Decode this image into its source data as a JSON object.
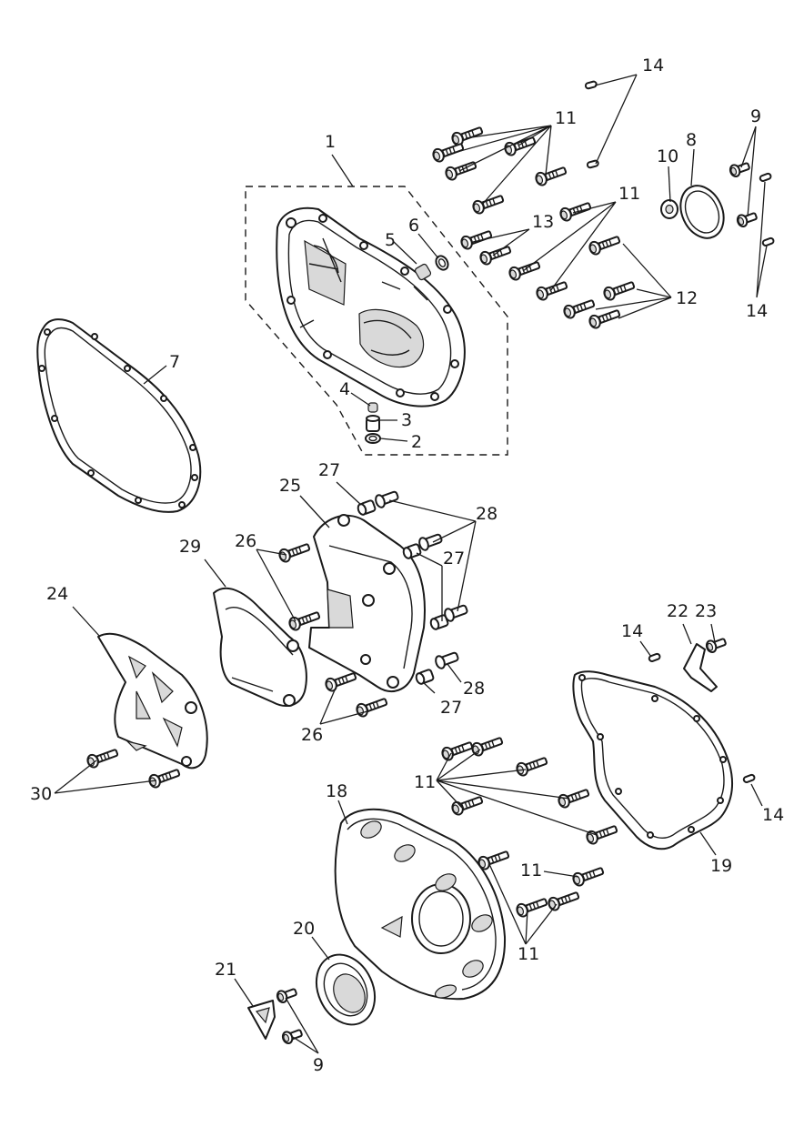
{
  "diagram": {
    "callouts": [
      {
        "id": "c1",
        "text": "1"
      },
      {
        "id": "c2",
        "text": "2"
      },
      {
        "id": "c3",
        "text": "3"
      },
      {
        "id": "c4",
        "text": "4"
      },
      {
        "id": "c5",
        "text": "5"
      },
      {
        "id": "c6",
        "text": "6"
      },
      {
        "id": "c7",
        "text": "7"
      },
      {
        "id": "c8",
        "text": "8"
      },
      {
        "id": "c9a",
        "text": "9"
      },
      {
        "id": "c9b",
        "text": "9"
      },
      {
        "id": "c10",
        "text": "10"
      },
      {
        "id": "c11a",
        "text": "11"
      },
      {
        "id": "c11b",
        "text": "11"
      },
      {
        "id": "c11c",
        "text": "11"
      },
      {
        "id": "c11d",
        "text": "11"
      },
      {
        "id": "c11e",
        "text": "11"
      },
      {
        "id": "c12",
        "text": "12"
      },
      {
        "id": "c13",
        "text": "13"
      },
      {
        "id": "c14a",
        "text": "14"
      },
      {
        "id": "c14b",
        "text": "14"
      },
      {
        "id": "c14c",
        "text": "14"
      },
      {
        "id": "c14d",
        "text": "14"
      },
      {
        "id": "c18",
        "text": "18"
      },
      {
        "id": "c19",
        "text": "19"
      },
      {
        "id": "c20",
        "text": "20"
      },
      {
        "id": "c21",
        "text": "21"
      },
      {
        "id": "c22",
        "text": "22"
      },
      {
        "id": "c23",
        "text": "23"
      },
      {
        "id": "c24",
        "text": "24"
      },
      {
        "id": "c25",
        "text": "25"
      },
      {
        "id": "c26a",
        "text": "26"
      },
      {
        "id": "c26b",
        "text": "26"
      },
      {
        "id": "c27a",
        "text": "27"
      },
      {
        "id": "c27b",
        "text": "27"
      },
      {
        "id": "c27c",
        "text": "27"
      },
      {
        "id": "c28a",
        "text": "28"
      },
      {
        "id": "c28b",
        "text": "28"
      },
      {
        "id": "c29",
        "text": "29"
      },
      {
        "id": "c30",
        "text": "30"
      }
    ]
  }
}
